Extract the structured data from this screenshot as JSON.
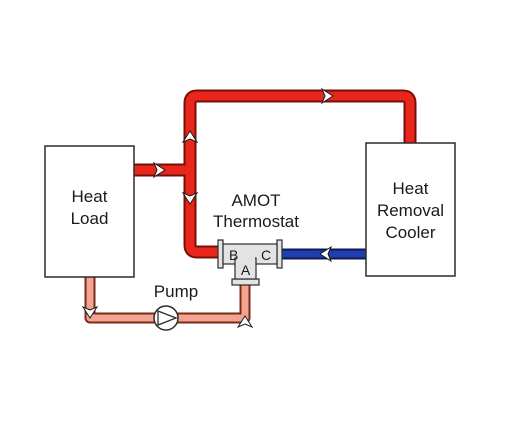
{
  "heat_load": {
    "line1": "Heat",
    "line2": "Load"
  },
  "cooler": {
    "line1": "Heat",
    "line2": "Removal",
    "line3": "Cooler"
  },
  "thermostat": {
    "line1": "AMOT",
    "line2": "Thermostat",
    "port_a": "A",
    "port_b": "B",
    "port_c": "C"
  },
  "pump": {
    "label": "Pump"
  },
  "colors": {
    "hot": "#e8261c",
    "hot_edge": "#7a0e08",
    "cold": "#1f3fb0",
    "cold_edge": "#0c1a55",
    "return": "#f1a48f",
    "return_edge": "#7a2a1a",
    "outline": "#2b2b2b",
    "valve_fill": "#e3e3e3"
  }
}
